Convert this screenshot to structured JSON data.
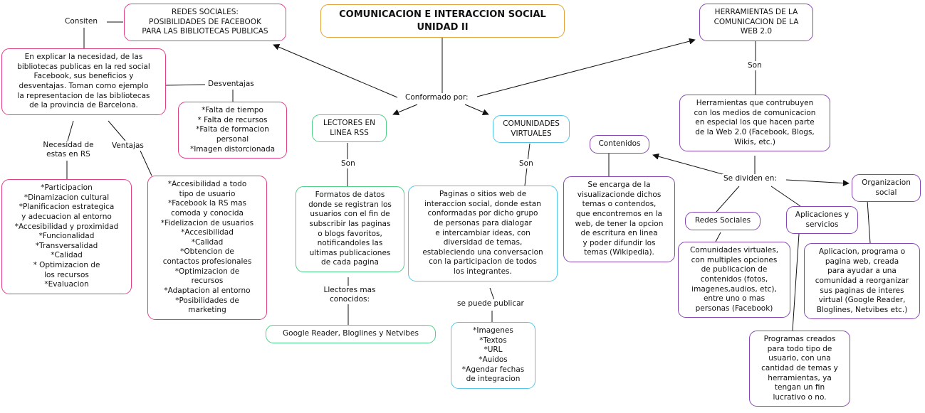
{
  "colors": {
    "title_border": "#e2a239",
    "pink_border": "#e03f87",
    "green_border": "#4fcf87",
    "cyan_border": "#55c5e8",
    "purple_border": "#8746b2",
    "text": "#111111",
    "background": "#ffffff"
  },
  "title": "COMUNICACION E INTERACCION SOCIAL\nUNIDAD II",
  "labels": {
    "consiten": "Consiten",
    "desventajas": "Desventajas",
    "necesidad": "Necesidad de\nestas en RS",
    "ventajas": "Ventajas",
    "conformado": "Conformado por:",
    "son_lectores": "Son",
    "son_comunidades": "Son",
    "son_herramientas": "Son",
    "llectores": "Llectores mas\nconocidos:",
    "publicar": "se puede publicar",
    "dividen": "Se dividen en:"
  },
  "nodes": {
    "redes_fb": "REDES SOCIALES:\nPOSIBILIDADES DE FACEBOOK\nPARA LAS BIBLIOTECAS PUBLICAS",
    "explicar": "En explicar la necesidad, de las\nbibliotecas publicas en la red social\nFacebook, sus beneficios y\ndesventajas. Toman como ejemplo\nla representacion de las bibliotecas\nde la provincia de Barcelona.",
    "desventajas_lista": "*Falta de tiempo\n* Falta de recursos\n*Falta de formacion\npersonal\n*Imagen distorcionada",
    "necesidad_lista": "*Participacion\n*Dinamizacion cultural\n*Planificacion estrategica\ny adecuacion al entorno\n*Accesibilidad y proximidad\n*Funcionalidad\n*Transversalidad\n*Calidad\n* Optimizacion de\nlos recursos\n*Evaluacion",
    "ventajas_lista": "*Accesibilidad a todo\ntipo de usuario\n*Facebook la RS mas\ncomoda y conocida\n*Fidelizacion de usuarios\n*Accesibilidad\n*Calidad\n*Obtencion de\ncontactos profesionales\n*Optimizacion de\nrecursos\n*Adaptacion al entorno\n*Posibilidades de\nmarketing",
    "lectores": "LECTORES EN\nLINEA RSS",
    "comunidades": "COMUNIDADES\nVIRTUALES",
    "formatos": "Formatos de datos\ndonde se registran los\nusuarios con el fin de\nsubscribir las paginas\no blogs favoritos,\nnotificandoles las\nultimas publicaciones\nde cada pagina",
    "google": "Google Reader, Bloglines y Netvibes",
    "paginas": "Paginas o sitios web de\ninteraccion social, donde estan\nconformadas por dicho grupo\nde personas para dialogar\ne intercambiar ideas, con\ndiversidad de temas,\nestableciendo una conversacion\ncon la participacion de todos\nlos integrantes.",
    "publicar_lista": "*Imagenes\n*Textos\n*URL\n*Auidos\n*Agendar fechas\nde integracion",
    "contenidos": "Contenidos",
    "contenidos_desc": "Se encarga de la\nvisualizacionde dichos\ntemas o contendos,\nque encontremos en la\nweb, de tener la opcion\nde escritura en linea\ny poder difundir los\ntemas (Wikipedia).",
    "herramientas": "HERRAMIENTAS DE LA\nCOMUNICACION DE LA\nWEB 2.0",
    "herramientas_desc": "Herramientas que contrubuyen\ncon los medios de comunicacion\nen especial los que hacen parte\nde la Web 2.0 (Facebook, Blogs,\nWikis, etc.)",
    "organizacion": "Organizacion\nsocial",
    "redes_sociales": "Redes Sociales",
    "aplicaciones": "Aplicaciones y\nservicios",
    "comunidades_desc": "Comunidades virtuales,\ncon multiples opciones\nde publicacion de\ncontenidos (fotos,\nimagenes,audios, etc),\nentre uno o mas\npersonas (Facebook)",
    "aplicaciones_desc": "Aplicacion, programa o\npagina web, creada\npara ayudar a una\ncomunidad a reorganizar\nsus paginas de interes\nvirtual (Google Reader,\nBloglines, Netvibes etc.)",
    "programas_desc": "Programas creados\npara todo tipo de\nusuario, con una\ncantidad de temas y\nherramientas, ya\ntengan un fin\nlucrativo o no."
  }
}
